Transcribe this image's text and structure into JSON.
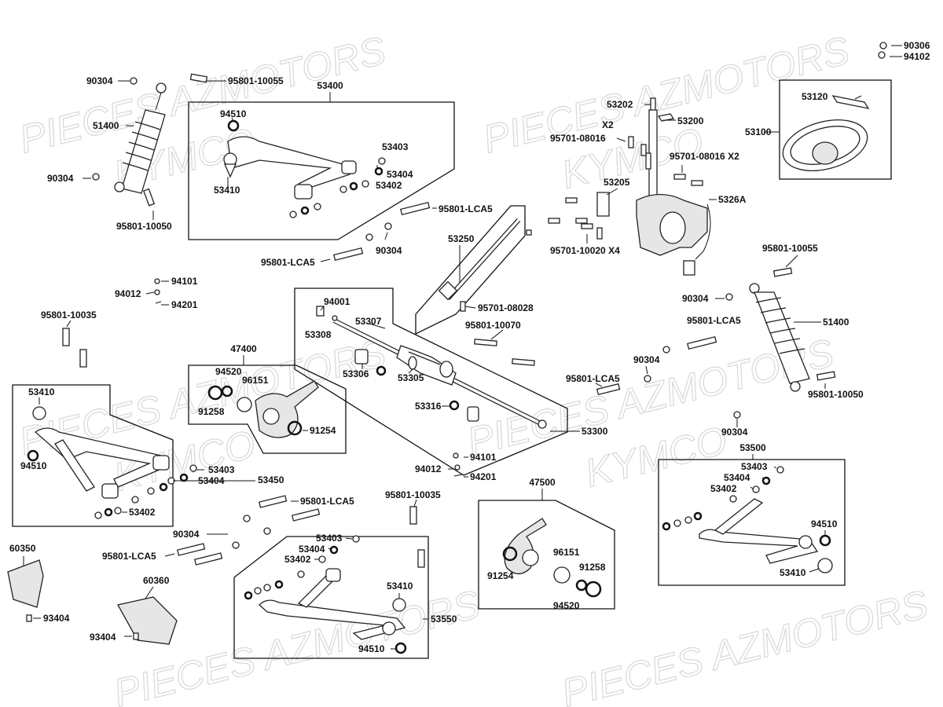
{
  "watermark": {
    "lines": [
      "PIECES AZMOTORS",
      "KYMCO"
    ]
  },
  "groups": {
    "g53400": "53400",
    "g53300": "53300",
    "g47400": "47400",
    "g53450": "53450",
    "g53100": "53100",
    "g53500": "53500",
    "g47500": "47500",
    "g53550": "53550"
  },
  "labels": {
    "l90306": "90306",
    "l94102": "94102",
    "l90304_a": "90304",
    "l95801_10055_a": "95801-10055",
    "l94510_a": "94510",
    "l51400_a": "51400",
    "l53403_a": "53403",
    "l53404_a": "53404",
    "l90304_b": "90304",
    "l53402_a": "53402",
    "l53410_a": "53410",
    "l95801_10050_a": "95801-10050",
    "l95801_LCA5_a": "95801-LCA5",
    "l90304_c": "90304",
    "l95801_LCA5_b": "95801-LCA5",
    "l53202": "53202",
    "l53200": "53200",
    "l53120": "53120",
    "l53100": "53100",
    "lX2": "X2",
    "l95701_08016": "95701-08016",
    "l95701_08016_x2": "95701-08016 X2",
    "l53205": "53205",
    "l5326A": "5326A",
    "l53250": "53250",
    "l95701_10020_x4": "95701-10020 X4",
    "l95801_10055_b": "95801-10055",
    "l94101_a": "94101",
    "l94012_a": "94012",
    "l94201_a": "94201",
    "l94001": "94001",
    "l53307": "53307",
    "l95701_08028": "95701-08028",
    "l90304_d": "90304",
    "l51400_b": "51400",
    "l95801_LCA5_c": "95801-LCA5",
    "l95801_10035_a": "95801-10035",
    "l53308": "53308",
    "l95801_10070": "95801-10070",
    "l94520_a": "94520",
    "l96151_a": "96151",
    "l53306": "53306",
    "l53305": "53305",
    "l90304_e": "90304",
    "l95801_LCA5_d": "95801-LCA5",
    "l95801_10050_b": "95801-10050",
    "l53410_b": "53410",
    "l91258_a": "91258",
    "l53316": "53316",
    "l91254_a": "91254",
    "l90304_f": "90304",
    "l94510_b": "94510",
    "l94101_b": "94101",
    "l94012_b": "94012",
    "l94201_b": "94201",
    "l53403_b": "53403",
    "l53404_b": "53404",
    "l53403_c": "53403",
    "l53404_c": "53404",
    "l53402_b": "53402",
    "l95801_LCA5_e": "95801-LCA5",
    "l95801_10035_b": "95801-10035",
    "l90304_g": "90304",
    "l53403_d": "53403",
    "l53404_d": "53404",
    "l53402_c": "53402",
    "l53402_d": "53402",
    "l94510_c": "94510",
    "l53410_c": "53410",
    "l60350": "60350",
    "l95801_LCA5_f": "95801-LCA5",
    "l60360": "60360",
    "l53410_d": "53410",
    "l96151_b": "96151",
    "l91258_b": "91258",
    "l91254_b": "91254",
    "l94520_b": "94520",
    "l93404_a": "93404",
    "l93404_b": "93404",
    "l94510_d": "94510"
  }
}
